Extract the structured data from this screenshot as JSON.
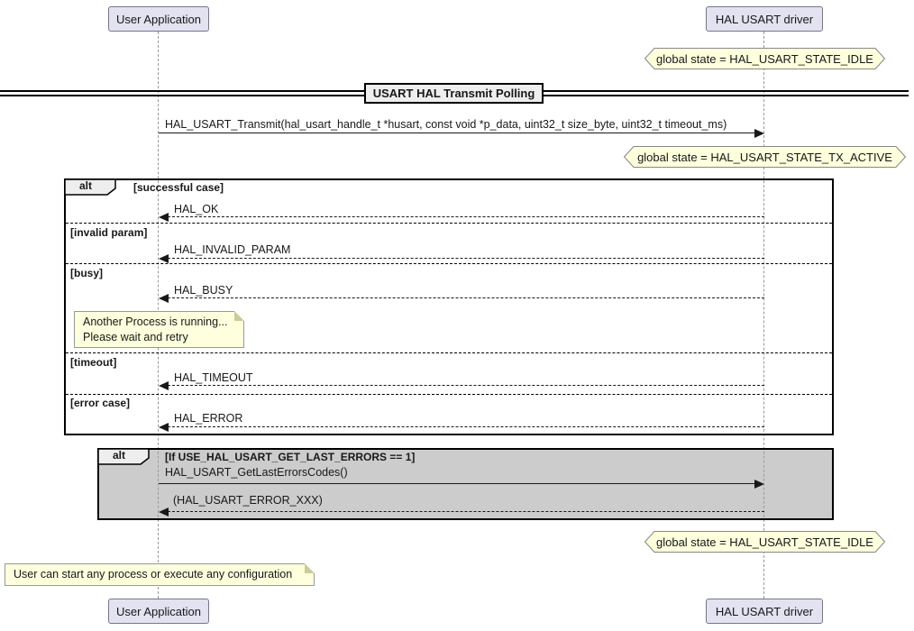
{
  "participants": {
    "left": "User Application",
    "right": "HAL USART driver"
  },
  "title": "USART HAL Transmit Polling",
  "states": {
    "idle_top": "global state = HAL_USART_STATE_IDLE",
    "tx_active": "global state = HAL_USART_STATE_TX_ACTIVE",
    "idle_bottom": "global state = HAL_USART_STATE_IDLE"
  },
  "alt1": {
    "keyword": "alt",
    "guard_success": "[successful case]",
    "guard_invalid": "[invalid param]",
    "guard_busy": "[busy]",
    "guard_timeout": "[timeout]",
    "guard_error": "[error case]"
  },
  "alt2": {
    "keyword": "alt",
    "guard": "[If USE_HAL_USART_GET_LAST_ERRORS == 1]"
  },
  "messages": {
    "transmit": "HAL_USART_Transmit(hal_usart_handle_t *husart, const void *p_data, uint32_t size_byte, uint32_t timeout_ms)",
    "ok": "HAL_OK",
    "invalid": "HAL_INVALID_PARAM",
    "busy": "HAL_BUSY",
    "timeout": "HAL_TIMEOUT",
    "error": "HAL_ERROR",
    "get_last_errors": "HAL_USART_GetLastErrorsCodes()",
    "last_error_return": "(HAL_USART_ERROR_XXX)"
  },
  "notes": {
    "busy_line1": "Another Process is running...",
    "busy_line2": "Please wait and retry",
    "bottom": "User can start any process or execute any configuration"
  },
  "colors": {
    "participant_fill": "#E2E2F0",
    "note_fill": "#FEFFDD",
    "alt2_fill": "#CCCCCC",
    "title_fill": "#EEEEEE"
  }
}
